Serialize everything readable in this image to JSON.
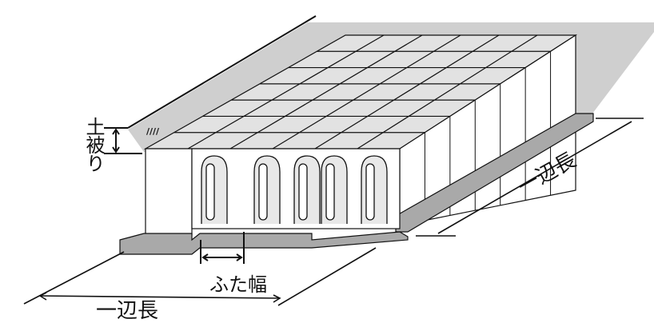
{
  "labels": {
    "cover_depth": "土被り",
    "lid_width": "ふた幅",
    "side_length_front": "一辺長",
    "side_length_right": "一辺長"
  },
  "colors": {
    "ground": "#cfcfcf",
    "structure": "#ffffff",
    "base": "#a9a9a9",
    "line": "#111111"
  }
}
